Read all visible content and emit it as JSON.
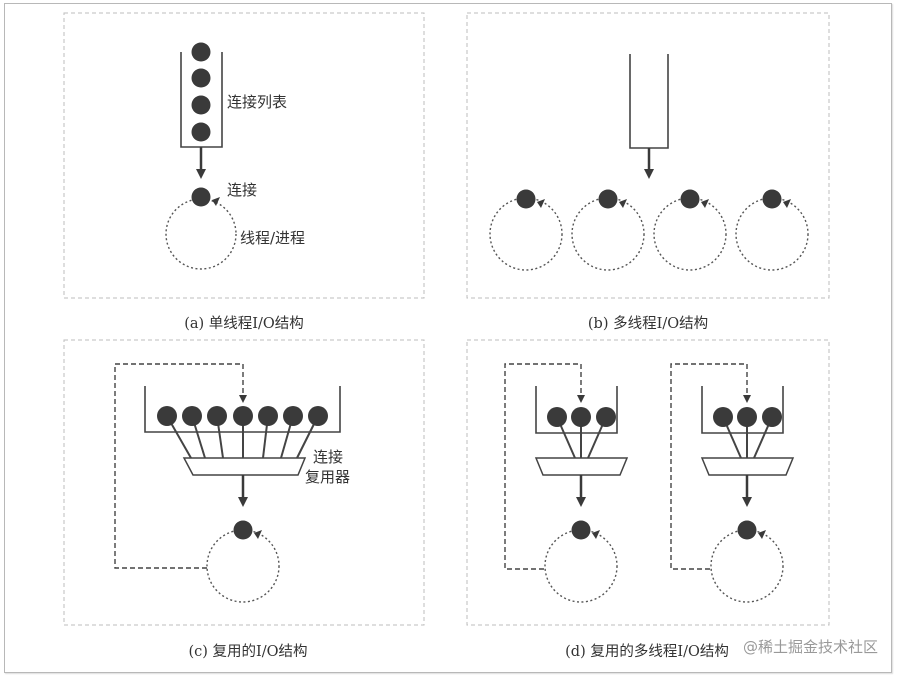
{
  "panels": [
    {
      "id": "a",
      "caption": "(a) 单线程I/O结构",
      "labels": {
        "queue": "连接列表",
        "connection": "连接",
        "thread": "线程/进程"
      },
      "queue_connections": 4,
      "threads": 1
    },
    {
      "id": "b",
      "caption": "(b) 多线程I/O结构",
      "queue_connections": 0,
      "threads": 4
    },
    {
      "id": "c",
      "caption": "(c) 复用的I/O结构",
      "labels": {
        "multiplexer_line1": "连接",
        "multiplexer_line2": "复用器"
      },
      "queue_connections": 7,
      "threads": 1
    },
    {
      "id": "d",
      "caption": "(d) 复用的多线程I/O结构",
      "groups": [
        {
          "queue_connections": 3,
          "threads": 1
        },
        {
          "queue_connections": 3,
          "threads": 1
        }
      ]
    }
  ],
  "watermark": "@稀土掘金技术社区",
  "colors": {
    "dot": "#3a3a3a",
    "line": "#444444",
    "dashed_border": "#bdbdbd",
    "text": "#333333"
  }
}
